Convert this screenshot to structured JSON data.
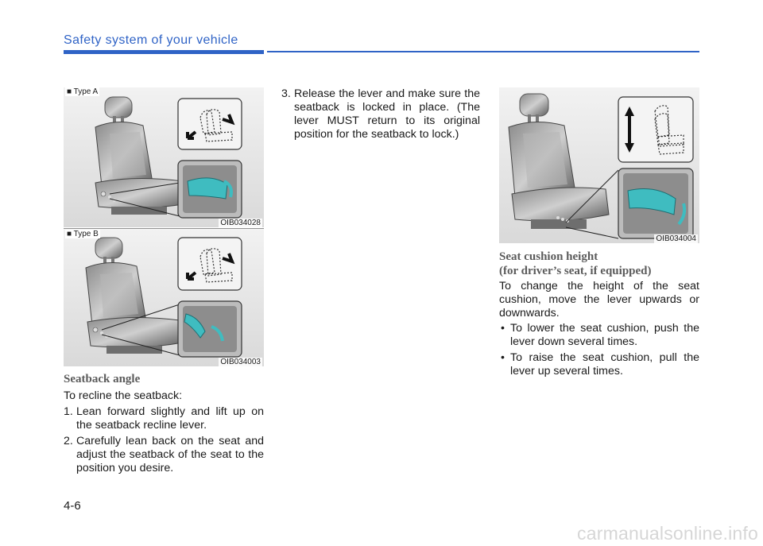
{
  "header": {
    "title": "Safety system of your vehicle"
  },
  "figures": {
    "type_a": {
      "label": "■ Type A",
      "code": "OIB034028"
    },
    "type_b": {
      "label": "■ Type B",
      "code": "OIB034003"
    },
    "height": {
      "code": "OIB034004"
    }
  },
  "seatback": {
    "heading": "Seatback angle",
    "intro": "To recline the seatback:",
    "steps": [
      {
        "num": "1.",
        "text": "Lean forward slightly and lift up on the seatback recline lever."
      },
      {
        "num": "2.",
        "text": "Carefully lean back on the seat and adjust the seatback of the seat to the position you desire."
      },
      {
        "num": "3.",
        "text": "Release the lever and make sure the seatback is locked in place. (The lever MUST return to its original position for the seatback to lock.)"
      }
    ]
  },
  "cushion": {
    "heading_line1": "Seat cushion height",
    "heading_line2": "(for driver’s seat, if equipped)",
    "intro": "To change the height of the seat cushion, move the lever upwards or downwards.",
    "bullets": [
      {
        "mark": "•",
        "text": "To lower the seat cushion, push the lever down several times."
      },
      {
        "mark": "•",
        "text": "To raise the seat cushion, pull the lever  up several times."
      }
    ]
  },
  "footer": {
    "page": "4-6",
    "watermark": "carmanualsonline.info"
  },
  "colors": {
    "accent": "#2f63c6",
    "heading_gray": "#5b5b5b",
    "lever_teal": "#3fbcc0"
  }
}
